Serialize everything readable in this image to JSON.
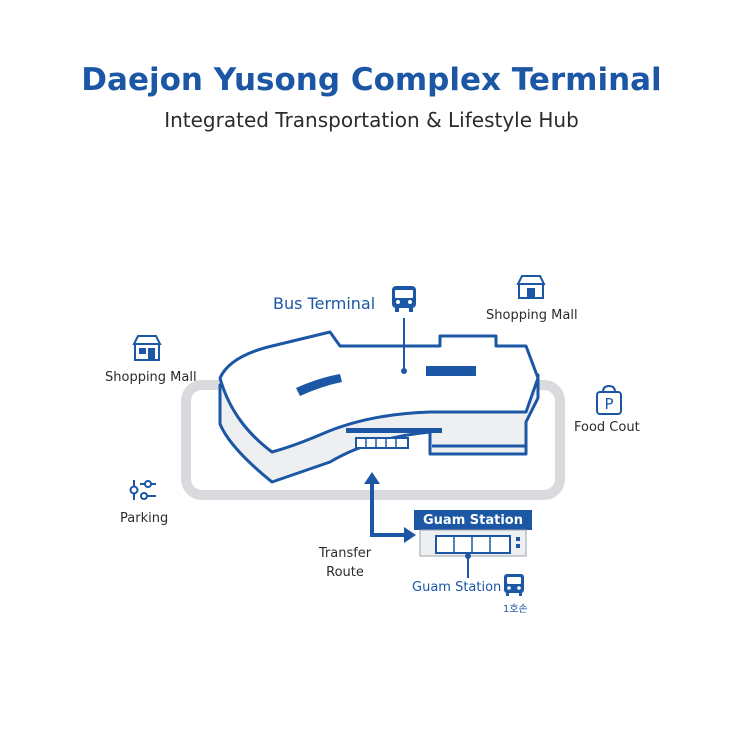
{
  "header": {
    "title": "Daejon Yusong Complex Terminal",
    "subtitle": "Integrated Transportation & Lifestyle Hub"
  },
  "labels": {
    "bus_terminal": "Bus Terminal",
    "shopping_mall_right": "Shopping Mall",
    "shopping_mall_left": "Shopping Mall",
    "food_court": "Food Cout",
    "parking": "Parking",
    "transfer_route_line1": "Transfer",
    "transfer_route_line2": "Route",
    "guam_station_sign": "Guam Station",
    "guam_station_label": "Guam Station",
    "line_badge": "1호손"
  },
  "icons": {
    "bus": "bus-icon",
    "shop": "storefront-icon",
    "parking": "parking-icon",
    "settings": "sliders-icon"
  },
  "colors": {
    "brand_blue": "#1c57a5",
    "ring_gray": "#d9dade",
    "building_side": "#eeeff1",
    "text_dark": "#2b2b2b"
  }
}
